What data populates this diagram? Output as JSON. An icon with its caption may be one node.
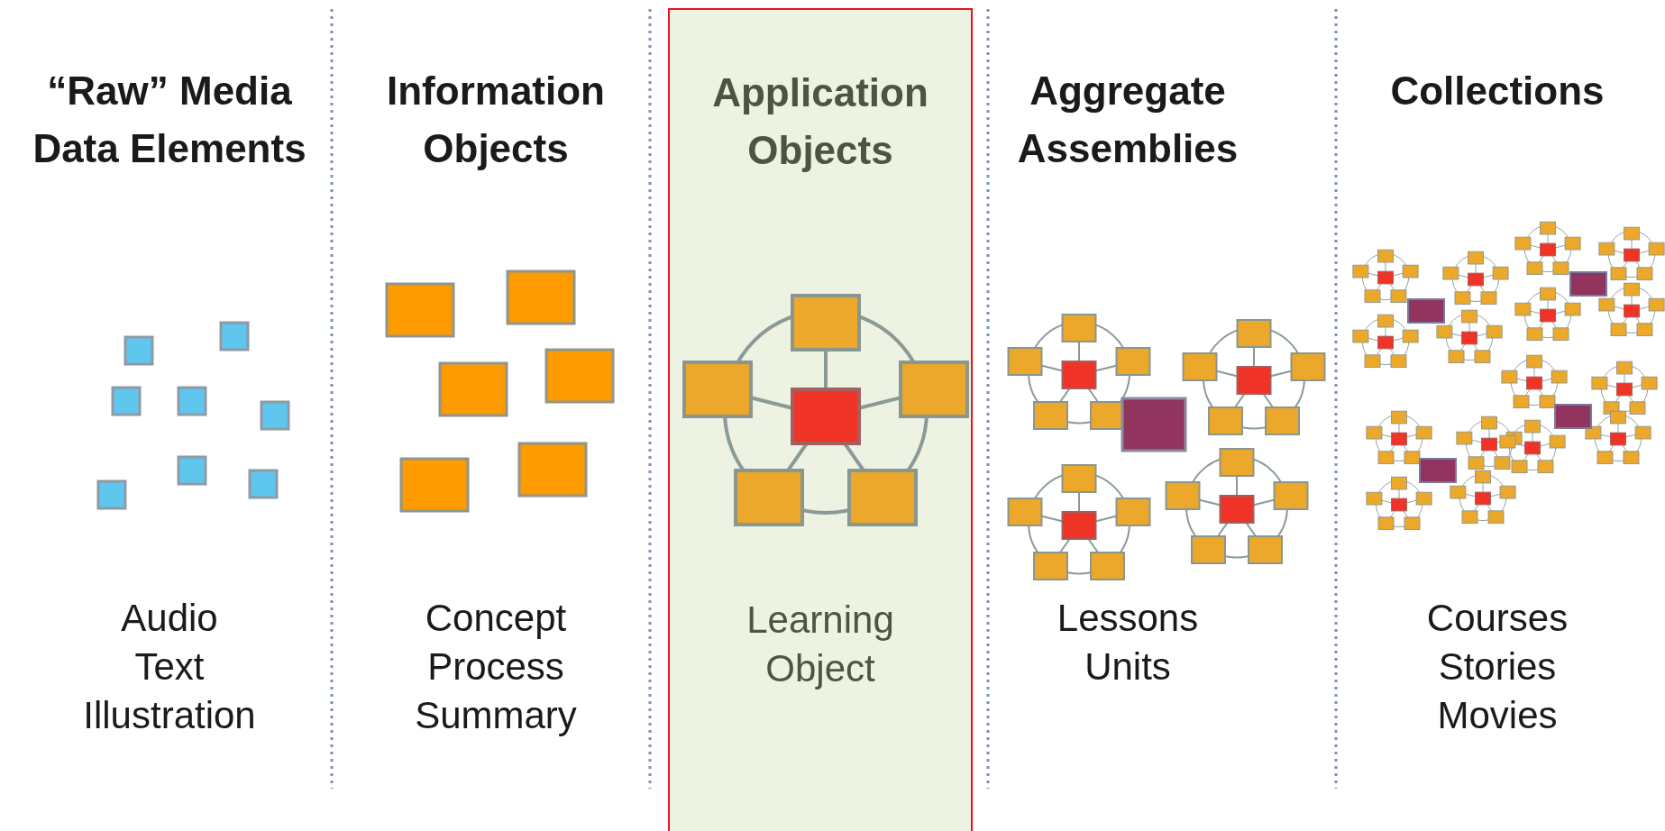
{
  "diagram": {
    "nodes": [
      {
        "text": [
          "Application Objects",
          "Learning Object"
        ]
      }
    ],
    "labels": [
      "“Raw” Media Data Elements",
      "Audio",
      "Text",
      "Illustration",
      "Information Objects",
      "Concept",
      "Process",
      "Summary",
      "Aggregate Assemblies",
      "Lessons",
      "Units",
      "Collections",
      "Courses",
      "Stories",
      "Movies"
    ]
  }
}
